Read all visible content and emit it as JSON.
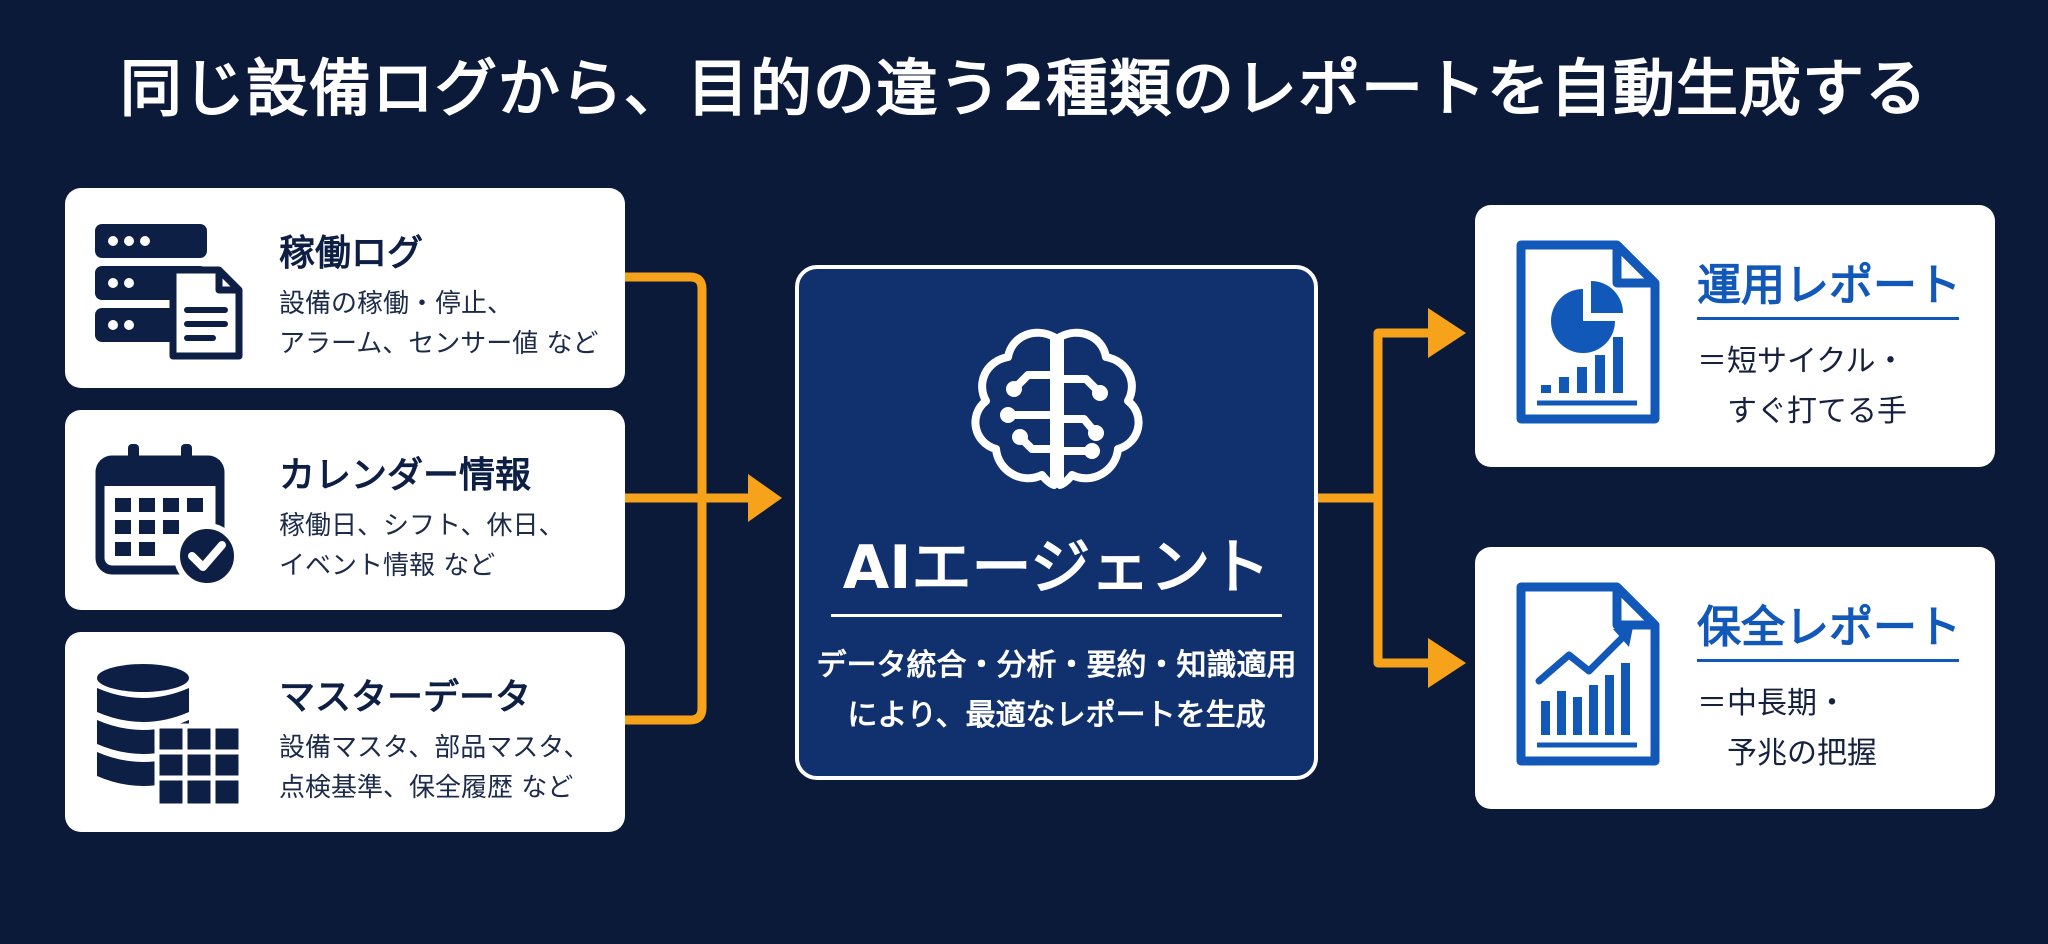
{
  "title": "同じ設備ログから、目的の違う2種類のレポートを自動生成する",
  "colors": {
    "background": "#0c1a3a",
    "arrow": "#f7a21b",
    "agent_fill": "#10306e",
    "card_text": "#0d1f45",
    "accent_blue": "#1258b9"
  },
  "inputs": [
    {
      "title": "稼働ログ",
      "desc": "設備の稼働・停止、\nアラーム、センサー値 など",
      "icon": "server-document-icon"
    },
    {
      "title": "カレンダー情報",
      "desc": "稼働日、シフト、休日、\nイベント情報 など",
      "icon": "calendar-check-icon"
    },
    {
      "title": "マスターデータ",
      "desc": "設備マスタ、部品マスタ、\n点検基準、保全履歴 など",
      "icon": "database-table-icon"
    }
  ],
  "agent": {
    "title": "AIエージェント",
    "desc": "データ統合・分析・要約・知識適用\nにより、最適なレポートを生成",
    "icon": "brain-circuit-icon"
  },
  "outputs": [
    {
      "title": "運用レポート",
      "desc": "＝短サイクル・\n　すぐ打てる手",
      "icon": "pie-chart-report-icon"
    },
    {
      "title": "保全レポート",
      "desc": "＝中長期・\n　予兆の把握",
      "icon": "trend-chart-report-icon"
    }
  ]
}
